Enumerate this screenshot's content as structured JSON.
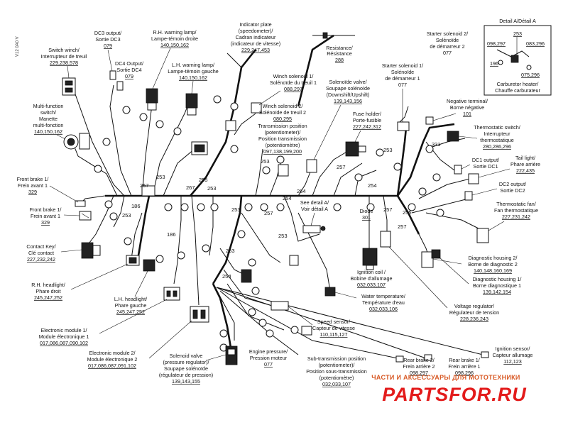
{
  "side_code": "V12 0A0 V",
  "labels": {
    "dc3": [
      "DC3 output/",
      "Sortie DC3",
      "079"
    ],
    "switch_winch": [
      "Switch winch/",
      "Interrupteur de treuil",
      "229,238,578"
    ],
    "rh_warning": [
      "R.H. warning lamp/",
      "Lampe-témoin droite",
      "140,150,162"
    ],
    "indicator": [
      "Indicator plate",
      "(speedometer)/",
      "Cadran indicateur",
      "(indicateur de vitesse)",
      "229,247,453"
    ],
    "dc4": [
      "DC4 Output/",
      "Sortie DC4",
      "079"
    ],
    "lh_warning": [
      "L.H. warning lamp/",
      "Lampe-témoin gauche",
      "140,150,162"
    ],
    "resistance": [
      "Resistance/",
      "Résistance",
      "288"
    ],
    "starter2": [
      "Starter solenoid 2/",
      "Solénoïde",
      "de démarreur 2",
      "077"
    ],
    "starter1": [
      "Starter solenoid 1/",
      "Solénoïde",
      "de démarreur 1",
      "077"
    ],
    "detail_title": "Detail A/Détail A",
    "detail_refs": [
      "253",
      "098,297",
      "083,296",
      "196",
      "075,296"
    ],
    "carb": [
      "Carburetor heater/",
      "Chauffe carburateur"
    ],
    "winch1": [
      "Winch solenoid 1/",
      "Solénoïde du treuil 1",
      "088,297"
    ],
    "sol_valve_top": [
      "Solenoïde valve/",
      "Soupape solénoïde",
      "(Downshift/Upshift)",
      "139,143,156"
    ],
    "neg_terminal": [
      "Negative terminal/",
      "Borne négative",
      "101"
    ],
    "multi_switch": [
      "Multi-function",
      "switch/",
      "Manette",
      "multi-fonction",
      "140,150,162"
    ],
    "winch2": [
      "Winch solenoid 2/",
      "Solénoïde de treuil 2",
      "080,295"
    ],
    "fuse": [
      "Fuse holder/",
      "Porte-fusible",
      "227,242,312"
    ],
    "thermo_switch": [
      "Thermostatic switch/",
      "Interrupteur",
      "thermostatique",
      "280,286,296"
    ],
    "trans_pos": [
      "Transmission position",
      "(potentiometer)/",
      "Position transmission",
      "(potentiomètre)",
      "097,138,199,200"
    ],
    "dc1": [
      "DC1 output/",
      "Sortie DC1"
    ],
    "taillight": [
      "Tail light/",
      "Phare arrière",
      "222,435"
    ],
    "front_brake1": [
      "Front brake 1/",
      "Frein avant 1",
      "329"
    ],
    "dc2": [
      "DC2 output/",
      "Sortie DC2"
    ],
    "thermo_fan": [
      "Thermostatic fan/",
      "Fan thermostatique",
      "227,231,242"
    ],
    "front_brake2": [
      "Front brake 1/",
      "Frein avant 1",
      "329"
    ],
    "see_detail": [
      "See detail A/",
      "Voir détail A"
    ],
    "diode": [
      "Diode",
      "301"
    ],
    "contact_key": [
      "Contact Key/",
      "Clé contact",
      "227,232,242"
    ],
    "diag2": [
      "Diagnostic housing 2/",
      "Borne de diagnostic 2",
      "140,148,160,169"
    ],
    "ignition_coil": [
      "Ignition coil /",
      "Bobine d'allumage",
      "032,033,107"
    ],
    "rh_headlight": [
      "R.H. headlight/",
      "Phare droit",
      "245,247,252"
    ],
    "diag1": [
      "Diagnostic housing 1/",
      "Borne diagnostique 1",
      "139,142,154"
    ],
    "lh_headlight": [
      "L.H. headlight/",
      "Phare gauche",
      "245,247,252"
    ],
    "water_temp": [
      "Water temperature/",
      "Température d'eau",
      "032,033,106"
    ],
    "voltage_reg": [
      "Voltage regulator/",
      "Régulateur de tension",
      "228,236,243"
    ],
    "speed_sensor": [
      "Speed sensor/",
      "Capteur de vitesse",
      "110,115,127"
    ],
    "ecm1": [
      "Electronic module 1/",
      "Module électronique 1",
      "017,086,087,090,102"
    ],
    "ignition_sensor": [
      "Ignition sensor/",
      "Capteur allumage",
      "112,123"
    ],
    "engine_pressure": [
      "Engine pressure/",
      "Pression moteur",
      "077"
    ],
    "ecm2": [
      "Electronic module 2/",
      "Module électronique 2",
      "017,086,087,091,102"
    ],
    "sol_valve_bottom": [
      "Solenoid valve",
      "(pressure regulator)/",
      "Soupape solénoïde",
      "(régulateur de pression)",
      "139,143,155"
    ],
    "sub_trans": [
      "Sub-transmission position",
      "(potentiometer)/",
      "Position sous-transmission",
      "(potentiomètre)",
      "032,033,107"
    ],
    "rear_brake2": [
      "Rear brake 2/",
      "Frein arrière 2",
      "098,297"
    ],
    "rear_brake1": [
      "Rear brake 1/",
      "Frein arrière 1",
      "098,296"
    ]
  },
  "segments": [
    "186",
    "257",
    "253",
    "267",
    "255",
    "253",
    "186",
    "253",
    "253",
    "254",
    "253",
    "257",
    "254",
    "264",
    "257",
    "254",
    "253",
    "257",
    "255",
    "331",
    "253",
    "253",
    "257"
  ],
  "watermark": {
    "top": "ЧАСТИ И АКСЕССУАРЫ ДЛЯ МОТОТЕХНИКИ",
    "brand": "PARTSFOR.RU"
  }
}
